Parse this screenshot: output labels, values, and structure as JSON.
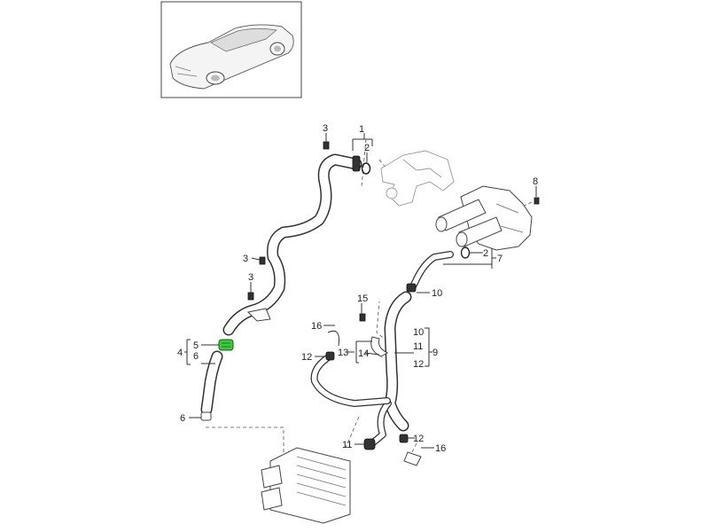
{
  "diagram": {
    "highlight_color": "#3ec83e",
    "callouts": [
      "3",
      "1",
      "2",
      "8",
      "2",
      "7",
      "3",
      "3",
      "10",
      "15",
      "16",
      "5",
      "4",
      "6",
      "12",
      "13",
      "14",
      "10",
      "11",
      "12",
      "9",
      "6",
      "11",
      "12",
      "16"
    ]
  }
}
